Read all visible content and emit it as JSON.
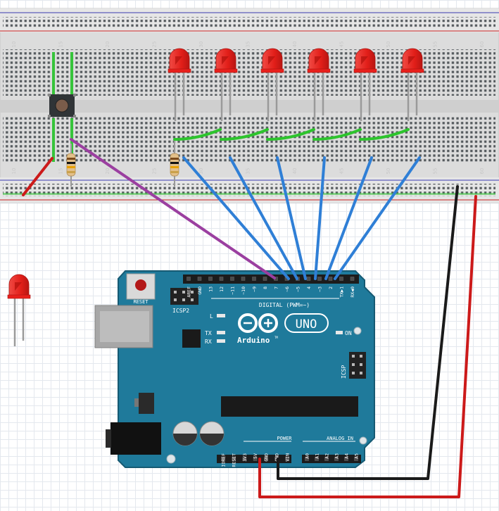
{
  "breadboard": {
    "column_numbers": [
      "10",
      "15",
      "20",
      "25",
      "30",
      "35",
      "40",
      "45",
      "50",
      "55",
      "60"
    ]
  },
  "arduino": {
    "reset_label": "RESET",
    "icsp2_label": "ICSP2",
    "icsp_label": "ICSP",
    "digital_label": "DIGITAL (PWM=~)",
    "brand": "Arduino",
    "model": "UNO",
    "tm": "TM",
    "led_l": "L",
    "led_tx": "TX",
    "led_rx": "RX",
    "led_on": "ON",
    "power_label": "POWER",
    "analog_label": "ANALOG IN",
    "digital_pins": [
      "AREF",
      "GND",
      "13",
      "12",
      "~11",
      "~10",
      "~9",
      "8",
      "7",
      "~6",
      "~5",
      "4",
      "~3",
      "2",
      "TX▶1",
      "RX◀0"
    ],
    "power_pins": [
      "IOREF",
      "RESET",
      "3V3",
      "5V",
      "GND",
      "GND",
      "VIN"
    ],
    "analog_pins": [
      "A0",
      "A1",
      "A2",
      "A3",
      "A4",
      "A5"
    ]
  },
  "colors": {
    "board": "#1f7a9b",
    "board_edge": "#165a73",
    "led": "#e8201c",
    "wire_blue": "#2f7fd6",
    "wire_green": "#2dc42d",
    "wire_red": "#cc1a1a",
    "wire_black": "#1a1a1a",
    "wire_purple": "#9b3fa0"
  }
}
